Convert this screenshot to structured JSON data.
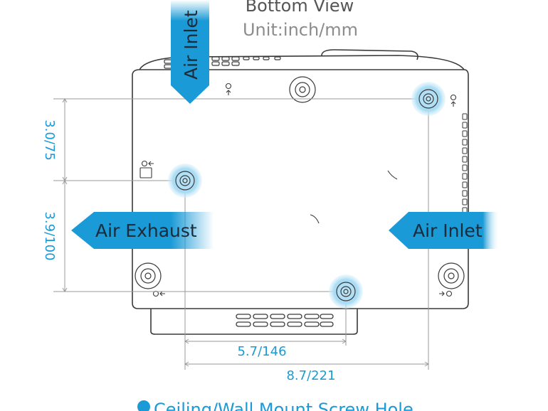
{
  "header": {
    "title": "Bottom View",
    "subtitle": "Unit:inch/mm"
  },
  "labels": {
    "air_inlet_top": "Air Inlet",
    "air_exhaust": "Air Exhaust",
    "air_inlet_right": "Air Inlet"
  },
  "dimensions": {
    "vertical_upper": "3.0/75",
    "vertical_lower": "3.9/100",
    "horizontal_inner": "5.7/146",
    "horizontal_outer": "8.7/221"
  },
  "legend": {
    "label": "Ceiling/Wall Mount Screw Hole"
  },
  "colors": {
    "accent": "#1a9ad6",
    "outline": "#3a3a3a",
    "dim_line": "#9a9a9a"
  }
}
